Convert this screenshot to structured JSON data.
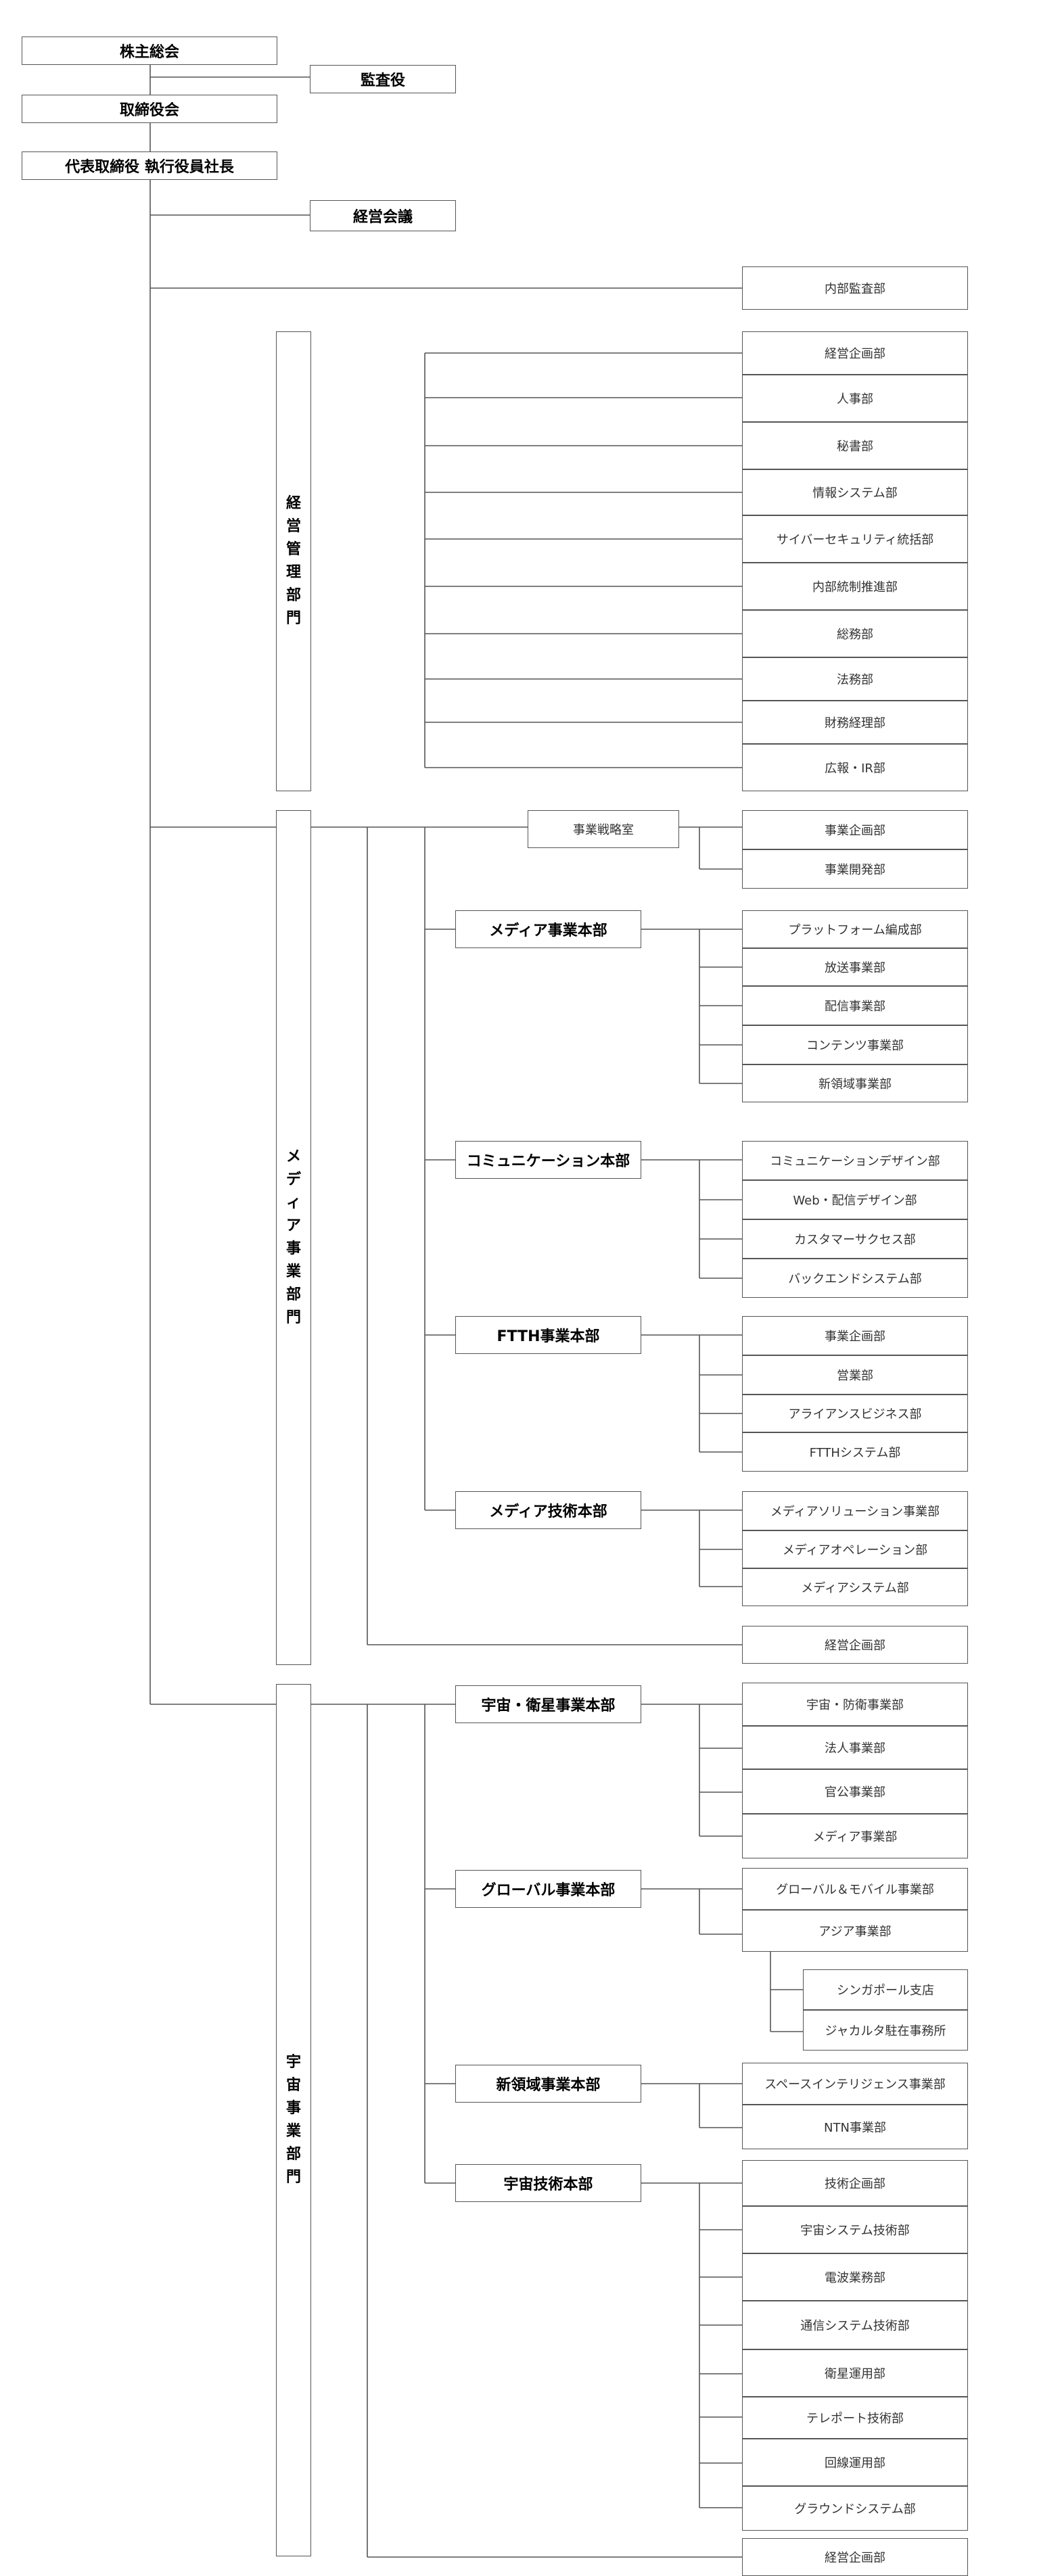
{
  "top": {
    "shareholders": "株主総会",
    "auditor": "監査役",
    "board": "取締役会",
    "president": "代表取締役 執行役員社長",
    "management_meeting": "経営会議",
    "internal_audit": "内部監査部"
  },
  "mgmt_division": {
    "title": "経営管理部門",
    "departments": [
      "経営企画部",
      "人事部",
      "秘書部",
      "情報システム部",
      "サイバーセキュリティ統括部",
      "内部統制推進部",
      "総務部",
      "法務部",
      "財務経理部",
      "広報・IR部"
    ]
  },
  "media_division": {
    "title": "メディア事業部門",
    "strategy_office": {
      "label": "事業戦略室",
      "departments": [
        "事業企画部",
        "事業開発部"
      ]
    },
    "hq": [
      {
        "label": "メディア事業本部",
        "departments": [
          "プラットフォーム編成部",
          "放送事業部",
          "配信事業部",
          "コンテンツ事業部",
          "新領域事業部"
        ]
      },
      {
        "label": "コミュニケーション本部",
        "departments": [
          "コミュニケーションデザイン部",
          "Web・配信デザイン部",
          "カスタマーサクセス部",
          "バックエンドシステム部"
        ]
      },
      {
        "label": "FTTH事業本部",
        "departments": [
          "事業企画部",
          "営業部",
          "アライアンスビジネス部",
          "FTTHシステム部"
        ]
      },
      {
        "label": "メディア技術本部",
        "departments": [
          "メディアソリューション事業部",
          "メディアオペレーション部",
          "メディアシステム部"
        ]
      }
    ],
    "planning": "経営企画部"
  },
  "space_division": {
    "title": "宇宙事業部門",
    "hq": [
      {
        "label": "宇宙・衛星事業本部",
        "departments": [
          "宇宙・防衛事業部",
          "法人事業部",
          "官公事業部",
          "メディア事業部"
        ]
      },
      {
        "label": "グローバル事業本部",
        "departments": [
          "グローバル＆モバイル事業部",
          "アジア事業部"
        ]
      },
      {
        "label": "新領域事業本部",
        "departments": [
          "スペースインテリジェンス事業部",
          "NTN事業部"
        ]
      },
      {
        "label": "宇宙技術本部",
        "departments": [
          "技術企画部",
          "宇宙システム技術部",
          "電波業務部",
          "通信システム技術部",
          "衛星運用部",
          "テレポート技術部",
          "回線運用部",
          "グラウンドシステム部"
        ]
      }
    ],
    "asia_branches": [
      "シンガポール支店",
      "ジャカルタ駐在事務所"
    ],
    "planning": "経営企画部"
  }
}
